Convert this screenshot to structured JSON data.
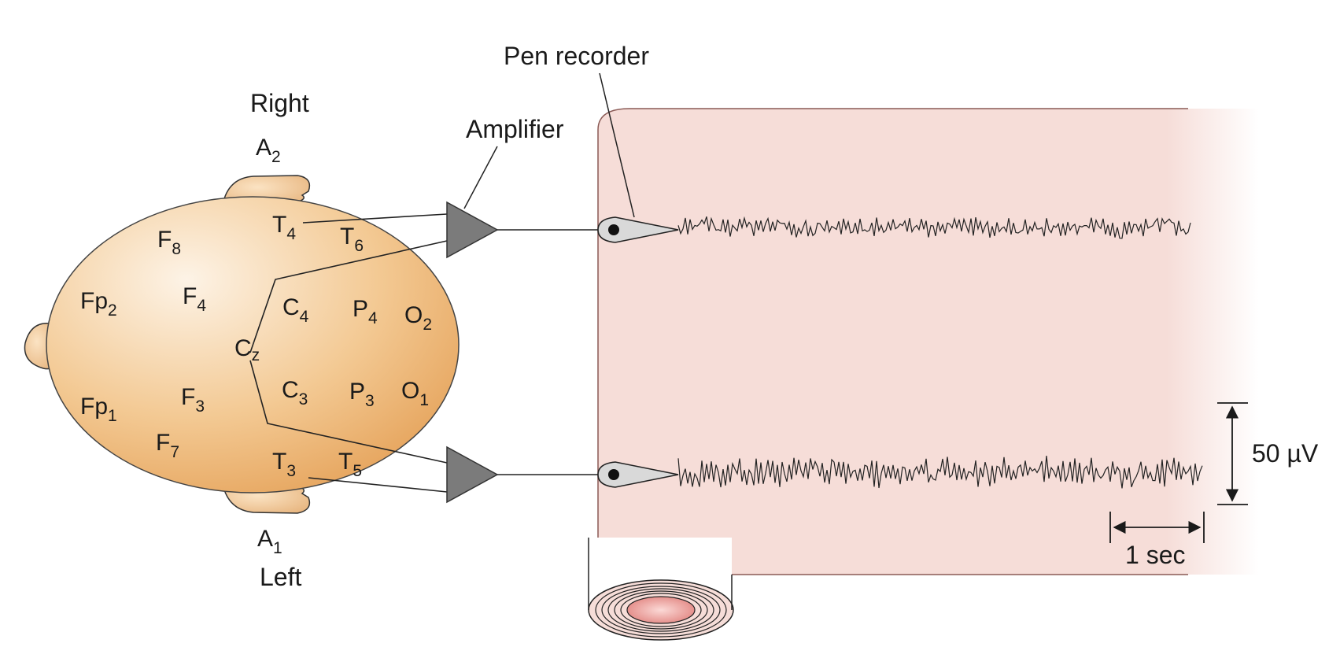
{
  "labels": {
    "pen_recorder": "Pen recorder",
    "amplifier": "Amplifier",
    "right": "Right",
    "left": "Left",
    "scale_amplitude": "50 µV",
    "scale_time": "1 sec"
  },
  "electrodes": [
    {
      "id": "A2",
      "base": "A",
      "sub": "2"
    },
    {
      "id": "A1",
      "base": "A",
      "sub": "1"
    },
    {
      "id": "T4",
      "base": "T",
      "sub": "4"
    },
    {
      "id": "T6",
      "base": "T",
      "sub": "6"
    },
    {
      "id": "F8",
      "base": "F",
      "sub": "8"
    },
    {
      "id": "Fp2",
      "base": "Fp",
      "sub": "2"
    },
    {
      "id": "F4",
      "base": "F",
      "sub": "4"
    },
    {
      "id": "Cz",
      "base": "C",
      "sub": "z"
    },
    {
      "id": "C4",
      "base": "C",
      "sub": "4"
    },
    {
      "id": "P4",
      "base": "P",
      "sub": "4"
    },
    {
      "id": "O2",
      "base": "O",
      "sub": "2"
    },
    {
      "id": "Fp1",
      "base": "Fp",
      "sub": "1"
    },
    {
      "id": "F3",
      "base": "F",
      "sub": "3"
    },
    {
      "id": "C3",
      "base": "C",
      "sub": "3"
    },
    {
      "id": "P3",
      "base": "P",
      "sub": "3"
    },
    {
      "id": "O1",
      "base": "O",
      "sub": "1"
    },
    {
      "id": "F7",
      "base": "F",
      "sub": "7"
    },
    {
      "id": "T3",
      "base": "T",
      "sub": "3"
    },
    {
      "id": "T5",
      "base": "T",
      "sub": "5"
    }
  ],
  "colors": {
    "head_light": "#fbe9d2",
    "head_dark": "#e8a45a",
    "ear": "#f2c795",
    "paper": "#f6ddd8",
    "paper_roll_core": "#e79a98",
    "amplifier": "#7b7b7b",
    "stroke": "#222222"
  }
}
